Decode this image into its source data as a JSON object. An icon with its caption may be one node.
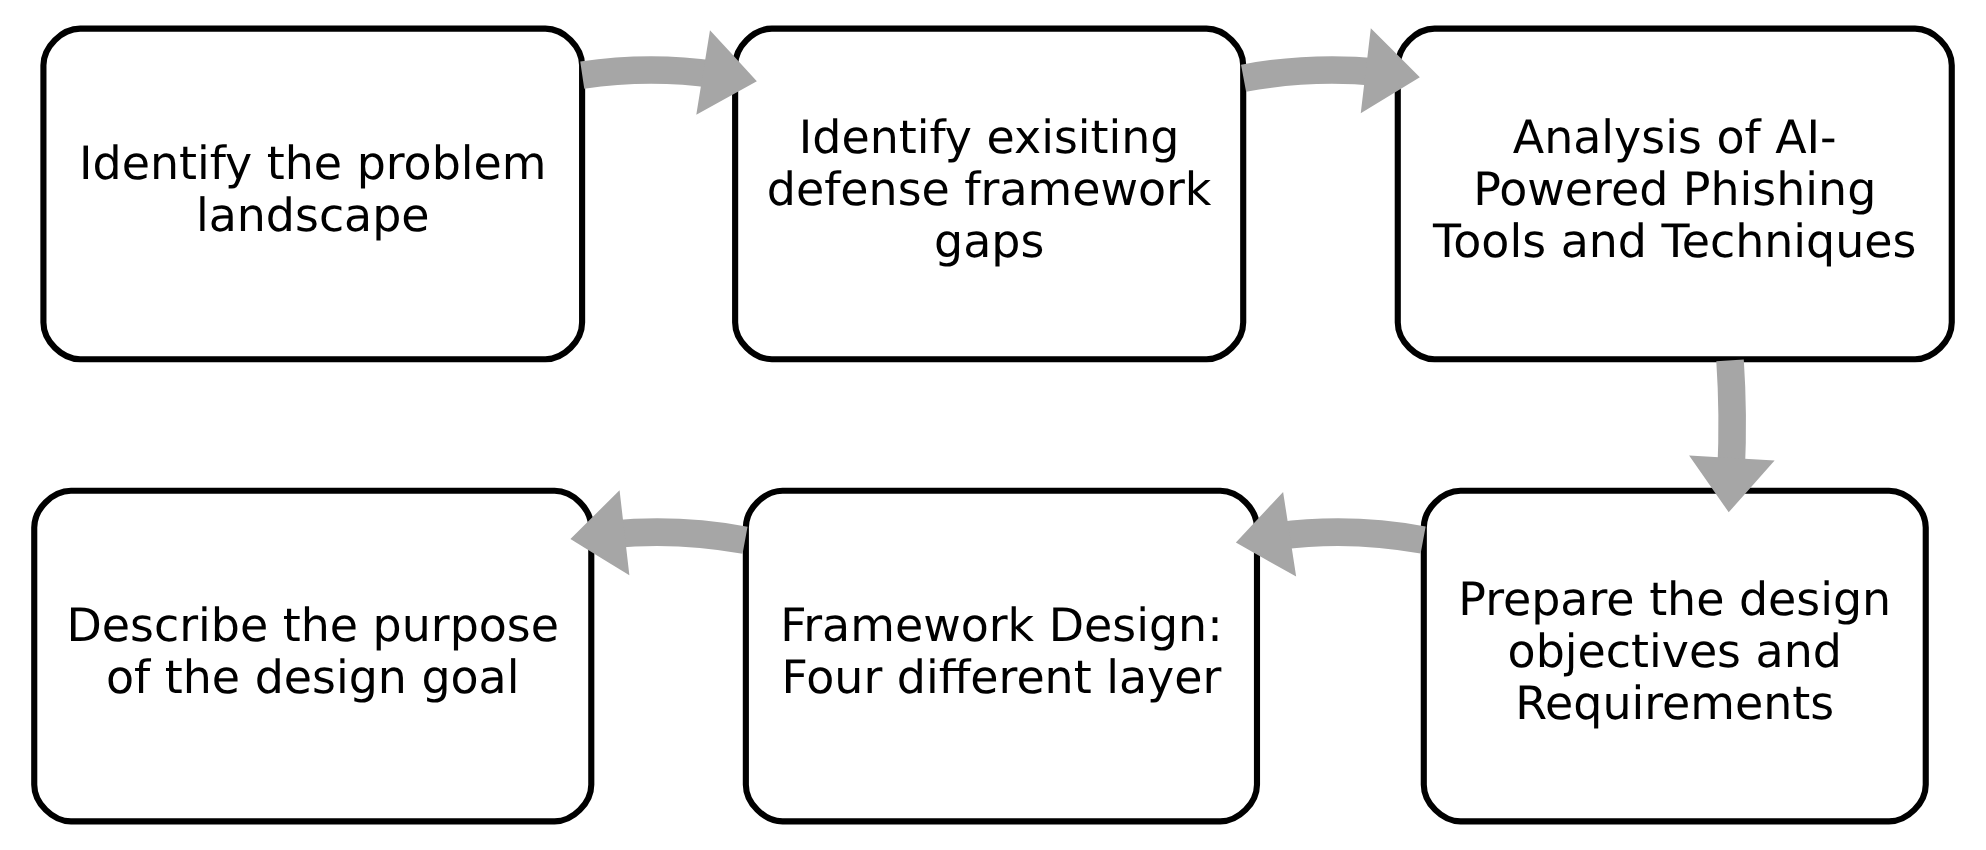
{
  "diagram": {
    "nodes": [
      {
        "text": [
          "Identify the problem landscape"
        ]
      },
      {
        "text": [
          "Identify exisiting defense framework gaps"
        ]
      },
      {
        "text": [
          "Analysis of AI-Powered Phishing Tools and Techniques"
        ]
      },
      {
        "text": [
          "Prepare the design objectives and Requirements"
        ]
      },
      {
        "text": [
          "Framework Design: Four different layer"
        ]
      },
      {
        "text": [
          "Describe the purpose of the design goal"
        ]
      }
    ],
    "edges": [
      {
        "from": 0,
        "to": 1,
        "arrow": "to"
      },
      {
        "from": 1,
        "to": 2,
        "arrow": "to"
      },
      {
        "from": 2,
        "to": 3,
        "arrow": "to"
      },
      {
        "from": 3,
        "to": 4,
        "arrow": "to"
      },
      {
        "from": 4,
        "to": 5,
        "arrow": "to"
      }
    ]
  }
}
